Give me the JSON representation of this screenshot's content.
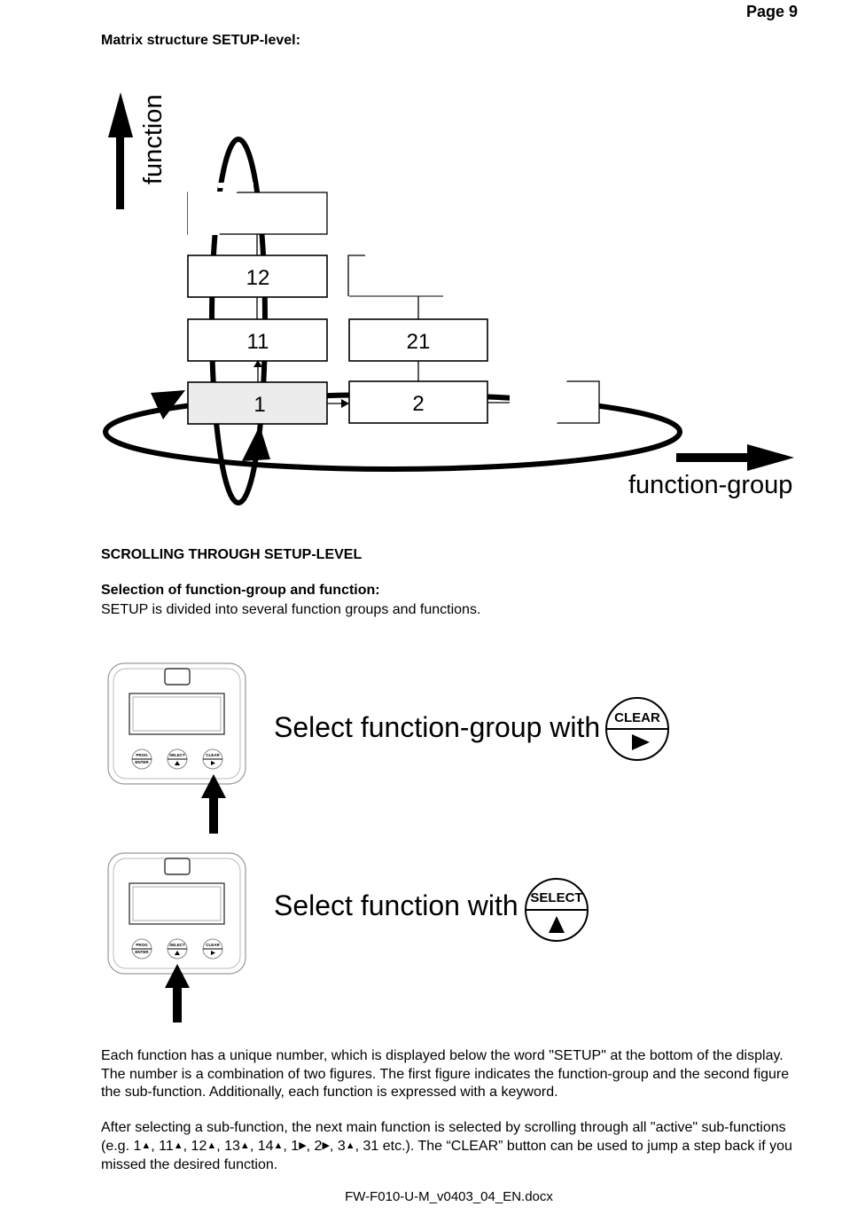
{
  "page": {
    "number_label": "Page 9"
  },
  "sections": {
    "matrix_title": "Matrix structure SETUP-level:",
    "scrolling_title": "SCROLLING THROUGH SETUP-LEVEL",
    "selection_title": "Selection of function-group and function:",
    "selection_text": "SETUP is divided into several function groups and functions."
  },
  "diagram": {
    "axis_function": "function",
    "axis_function_group": "function-group",
    "boxes": [
      "1",
      "11",
      "12",
      "2",
      "21"
    ]
  },
  "instructions": {
    "select_group": "Select function-group with",
    "select_function": "Select function with",
    "clear_button": {
      "label": "CLEAR",
      "symbol": "▶"
    },
    "select_button": {
      "label": "SELECT",
      "symbol": "▲"
    },
    "device_buttons": [
      {
        "top": "PROG",
        "bottom": "ENTER"
      },
      {
        "top": "SELECT",
        "bottom": "▲"
      },
      {
        "top": "CLEAR",
        "bottom": "▶"
      }
    ]
  },
  "paragraphs": {
    "p1": "Each function has a unique number, which is displayed below the word \"SETUP\" at the bottom of the display. The number is a combination of two figures. The first figure indicates the function-group and the second figure the sub-function. Additionally, each function is expressed with a keyword.",
    "p2_lead": "After selecting a sub-function, the next main function is selected by scrolling through all \"active\" sub-functions (e.g. ",
    "p2_examples": [
      {
        "num": "1",
        "dir": "up"
      },
      {
        "num": "11",
        "dir": "up"
      },
      {
        "num": "12",
        "dir": "up"
      },
      {
        "num": "13",
        "dir": "up"
      },
      {
        "num": "14",
        "dir": "up"
      },
      {
        "num": "1",
        "dir": "right"
      },
      {
        "num": "2",
        "dir": "right"
      },
      {
        "num": "3",
        "dir": "up"
      }
    ],
    "p2_tail": "31 etc.). The “CLEAR” button can be used to jump a step back if you missed the desired function."
  },
  "footer": {
    "filename": "FW-F010-U-M_v0403_04_EN.docx"
  }
}
